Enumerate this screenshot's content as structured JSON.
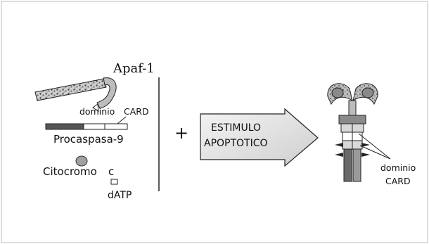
{
  "labels": {
    "apaf": "Apaf-1",
    "card_left": "CARD",
    "dominio_left": "dominio",
    "procaspasa": "Procaspasa-9",
    "citocromo": "Citocromo",
    "citocromo_suffix": "c",
    "datp": "dATP",
    "plus": "+",
    "arrow_line1": "ESTIMULO",
    "arrow_line2": "APOPTOTICO",
    "dominio_right": "dominio",
    "card_right": "CARD"
  },
  "colors": {
    "outline": "#222222",
    "dark_segment": "#555555",
    "mid_gray": "#8a8a8a",
    "light_gray": "#d9d9d9",
    "arrow_fill": "#e8e8e8",
    "frame": "#bdbdbd"
  }
}
